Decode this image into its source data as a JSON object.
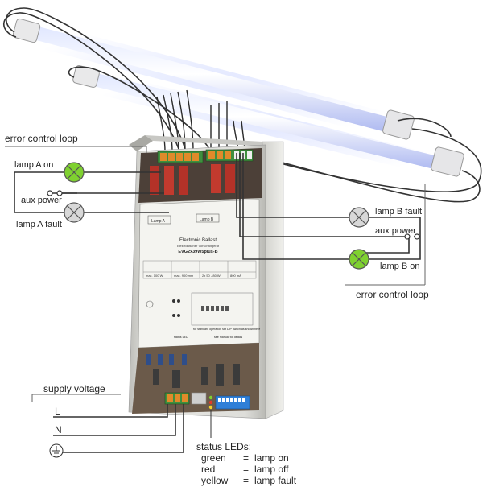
{
  "labels": {
    "error_loop_left": "error control loop",
    "lamp_a_on": "lamp A on",
    "aux_power_left": "aux power",
    "lamp_a_fault": "lamp A fault",
    "lamp_b_fault": "lamp B fault",
    "aux_power_right": "aux power",
    "lamp_b_on": "lamp B on",
    "error_loop_right": "error control loop",
    "supply_voltage": "supply voltage",
    "line_l": "L",
    "line_n": "N"
  },
  "status": {
    "title": "status LEDs:",
    "rows": [
      {
        "color": "green",
        "eq": "=",
        "meaning": "lamp on"
      },
      {
        "color": "red",
        "eq": "=",
        "meaning": "lamp off"
      },
      {
        "color": "yellow",
        "eq": "=",
        "meaning": "lamp fault"
      }
    ]
  },
  "device": {
    "title": "Electronic Ballast",
    "subtitle": "Elektronischer Vorschaltgerät",
    "model": "EVG2x39W5plus-B",
    "lamp_a_tag": "Lamp A",
    "lamp_b_tag": "Lamp B",
    "spec_power": "max. 100 W",
    "spec_tube": "max. 900 mm",
    "spec_current": "2x 50 - 80 W",
    "spec_lamp": "800 mA",
    "standard_note": "for standard operation set DIP switch as shown here",
    "manual_note": "see manual for details",
    "status_label": "status LED"
  },
  "colors": {
    "lamp_on_fill": "#7fd130",
    "lamp_fault_fill": "#d8d8d8",
    "wire": "#2a2a2a",
    "tube_glow": "#b8c8ff",
    "chassis": "#d7d7d3"
  }
}
